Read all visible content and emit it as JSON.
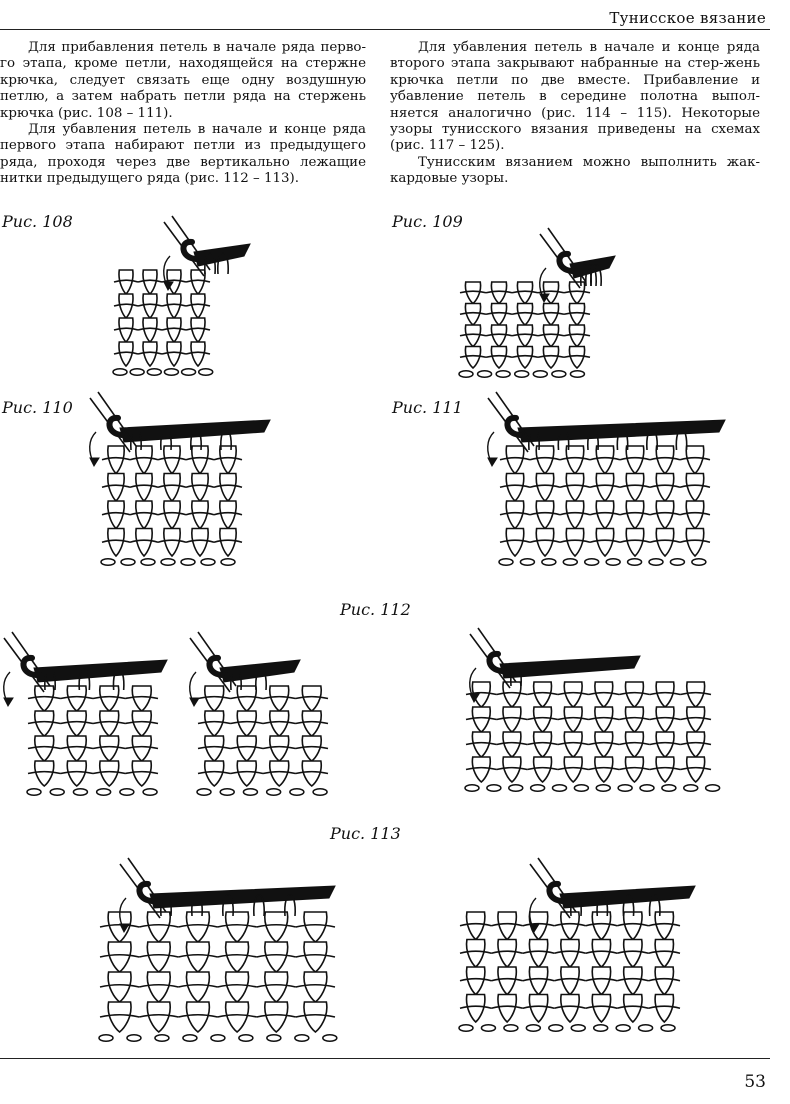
{
  "header": {
    "running_head": "Тунисское вязание"
  },
  "left_column": [
    "Для прибавления петель в начале ряда перво-го этапа, кроме петли, находящейся на стержне крючка, следует связать еще одну воздушную петлю, а затем набрать петли ряда на стержень крючка (рис. 108 – 111).",
    "Для убавления петель в начале и конце ряда первого этапа набирают петли из предыдущего ряда, проходя через две вертикально лежащие нитки предыдущего ряда (рис. 112 – 113)."
  ],
  "right_column": [
    "Для убавления петель в начале и конце ряда второго этапа закрывают набранные на стер-жень крючка петли по две вместе. Прибавление и убавление петель в середине полотна выпол-няется аналогично (рис. 114 – 115). Некоторые узоры тунисского вязания приведены на схемах (рис. 117 – 125).",
    "Тунисским вязанием можно выполнить жак-кардовые узоры."
  ],
  "figures": {
    "fig108": "Рис. 108",
    "fig109": "Рис. 109",
    "fig110": "Рис. 110",
    "fig111": "Рис. 111",
    "fig112": "Рис. 112",
    "fig113": "Рис. 113"
  },
  "footer": {
    "page_number": "53"
  }
}
